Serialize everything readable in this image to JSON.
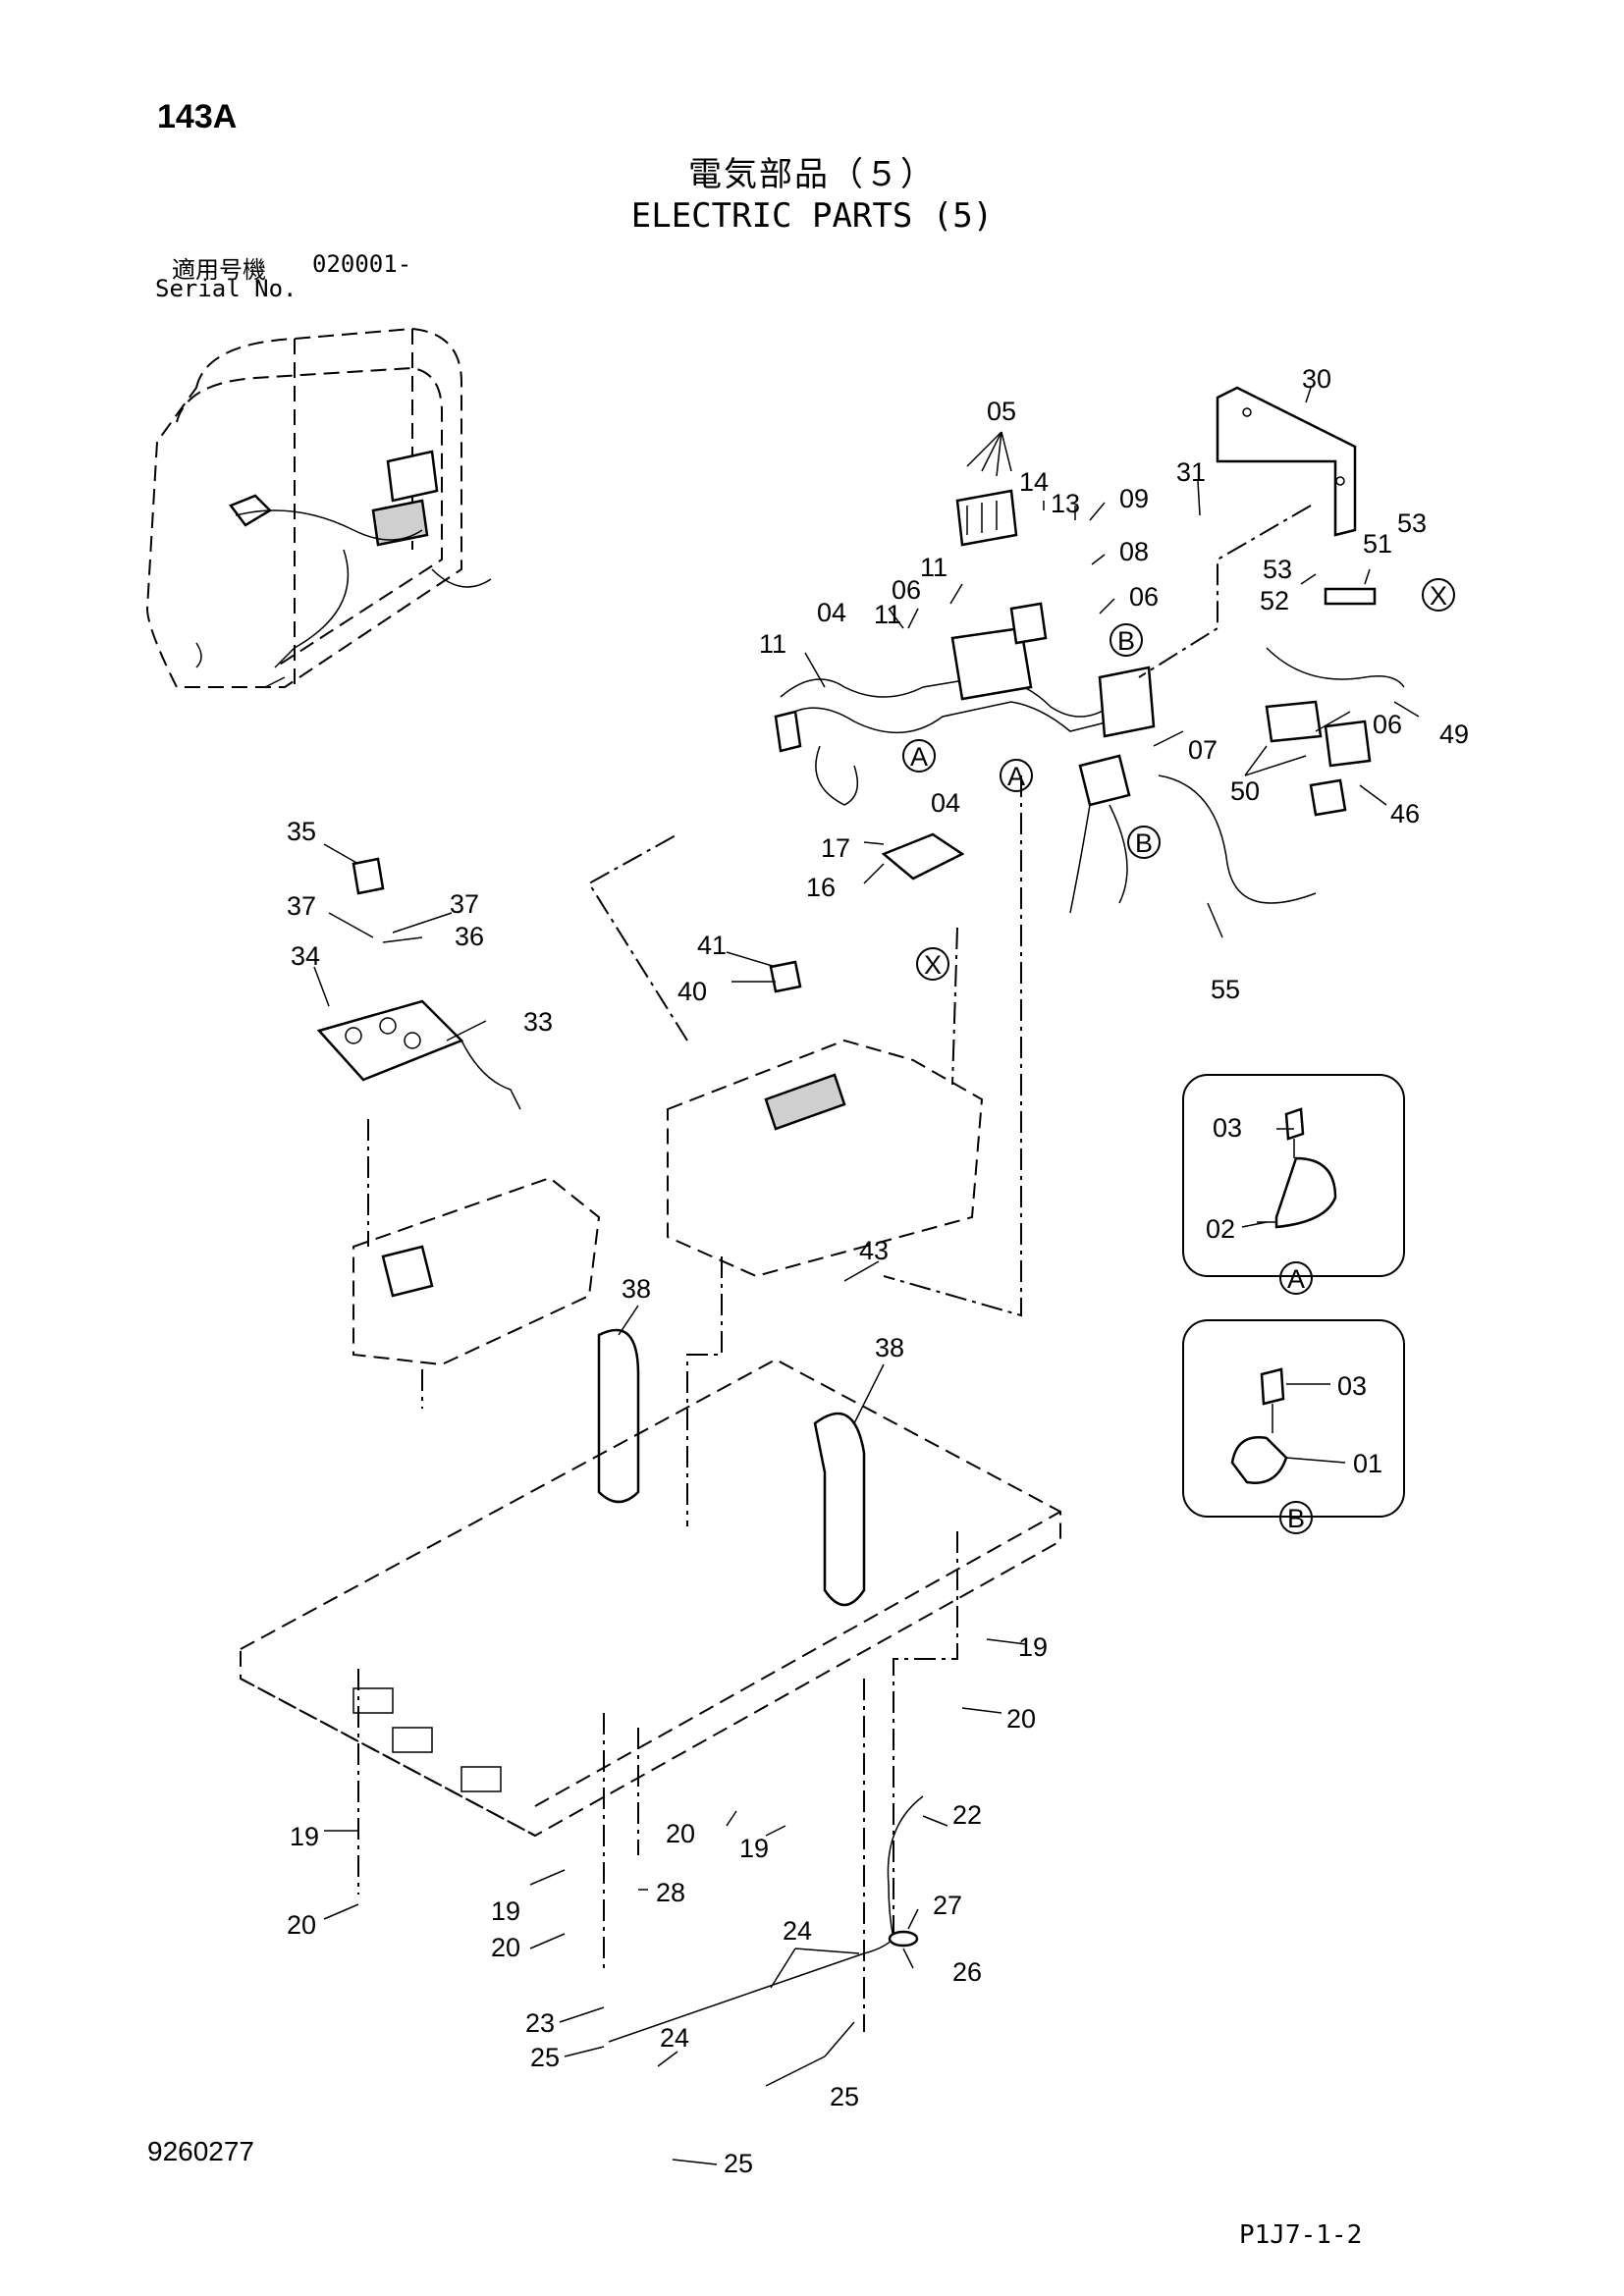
{
  "header": {
    "page_code": "143A",
    "title_ja": "電気部品（５）",
    "title_en": "ELECTRIC PARTS (5)",
    "serial_label_ja": "適用号機",
    "serial_value": "020001-",
    "serial_label_en": "Serial No."
  },
  "footer": {
    "diagram_number": "9260277",
    "page_reference": "P1J7-1-2"
  },
  "callouts": {
    "n05": "05",
    "n30": "30",
    "n31": "31",
    "n14": "14",
    "n13": "13",
    "n09": "09",
    "n08": "08",
    "n06a": "06",
    "n11a": "11",
    "n11b": "11",
    "n11c": "11",
    "n06b": "06",
    "n04a": "04",
    "n04b": "04",
    "n07": "07",
    "n53a": "53",
    "n53b": "53",
    "n51": "51",
    "n52": "52",
    "n06c": "06",
    "n49": "49",
    "n50": "50",
    "n46": "46",
    "n55": "55",
    "n17": "17",
    "n16": "16",
    "n35": "35",
    "n37a": "37",
    "n37b": "37",
    "n36": "36",
    "n34": "34",
    "n33": "33",
    "n41": "41",
    "n40": "40",
    "n43": "43",
    "n38a": "38",
    "n38b": "38",
    "n03a": "03",
    "n02": "02",
    "n03b": "03",
    "n01": "01",
    "n19a": "19",
    "n20a": "20",
    "n22": "22",
    "n19b": "19",
    "n20b": "20",
    "n28": "28",
    "n19c": "19",
    "n20c": "20",
    "n19d": "19",
    "n20d": "20",
    "n27": "27",
    "n24a": "24",
    "n26": "26",
    "n23": "23",
    "n25a": "25",
    "n24b": "24",
    "n25b": "25",
    "n25c": "25"
  },
  "detail_markers": {
    "a1": "A",
    "a2": "A",
    "b1": "B",
    "b2": "B",
    "x1": "X",
    "x2": "X",
    "detail_a_label": "A",
    "detail_b_label": "B"
  }
}
